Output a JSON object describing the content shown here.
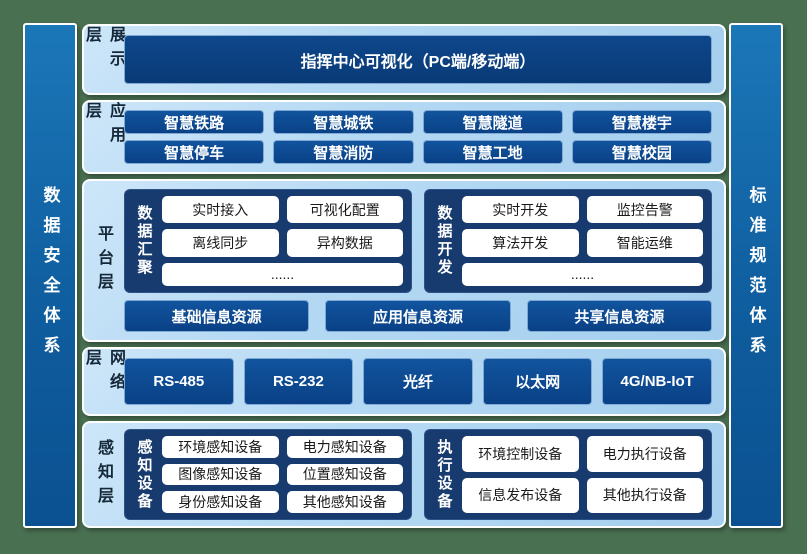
{
  "colors": {
    "background_green": "#4a7052",
    "panel_light_blue": "#b3d8f3",
    "box_blue": "#0d4c94",
    "group_navy": "#183b6f",
    "pillar_blue": "#1267a9",
    "text_white": "#ffffff",
    "text_dark": "#1a1a1a"
  },
  "pillars": {
    "left": "数据安全体系",
    "right": "标准规范体系"
  },
  "layers": {
    "display": {
      "label": "展示层",
      "box": "指挥中心可视化（PC端/移动端）"
    },
    "application": {
      "label": "应用层",
      "boxes": [
        "智慧铁路",
        "智慧城铁",
        "智慧隧道",
        "智慧楼宇",
        "智慧停车",
        "智慧消防",
        "智慧工地",
        "智慧校园"
      ]
    },
    "platform": {
      "label": "平台层",
      "groups": [
        {
          "label": "数据汇聚",
          "items": [
            "实时接入",
            "可视化配置",
            "离线同步",
            "异构数据",
            "......"
          ]
        },
        {
          "label": "数据开发",
          "items": [
            "实时开发",
            "监控告警",
            "算法开发",
            "智能运维",
            "......"
          ]
        }
      ],
      "resources": [
        "基础信息资源",
        "应用信息资源",
        "共享信息资源"
      ]
    },
    "network": {
      "label": "网络层",
      "boxes": [
        "RS-485",
        "RS-232",
        "光纤",
        "以太网",
        "4G/NB-IoT"
      ]
    },
    "perception": {
      "label": "感知层",
      "groups": [
        {
          "label": "感知设备",
          "items": [
            "环境感知设备",
            "电力感知设备",
            "图像感知设备",
            "位置感知设备",
            "身份感知设备",
            "其他感知设备"
          ]
        },
        {
          "label": "执行设备",
          "items": [
            "环境控制设备",
            "电力执行设备",
            "信息发布设备",
            "其他执行设备"
          ]
        }
      ]
    }
  }
}
